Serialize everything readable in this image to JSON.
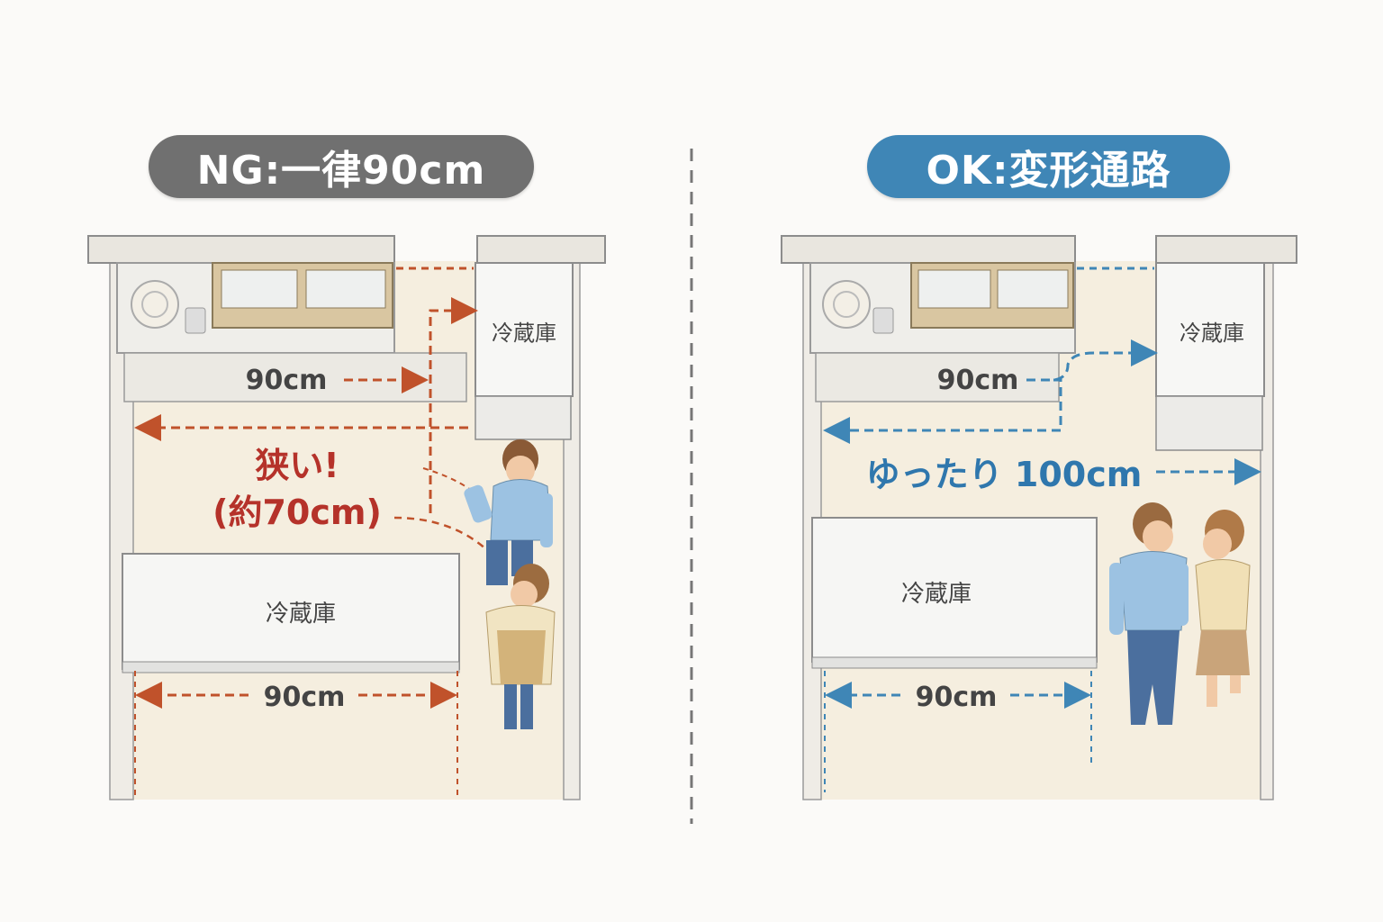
{
  "ng": {
    "title": "NG:一律90cm",
    "fridge_top_label": "冷蔵庫",
    "fridge_bottom_label": "冷蔵庫",
    "width_top_label": "90cm",
    "width_bottom_label": "90cm",
    "warning_line1": "狭い!",
    "warning_line2": "(約70cm)",
    "accent_color": "#c0522b",
    "warning_color": "#b5322a"
  },
  "ok": {
    "title": "OK:変形通路",
    "fridge_top_label": "冷蔵庫",
    "fridge_bottom_label": "冷蔵庫",
    "width_top_label": "90cm",
    "width_bottom_label": "90cm",
    "wide_label": "ゆったり 100cm",
    "accent_color": "#3f86b6"
  },
  "colors": {
    "ng_pill": "#707070",
    "ok_pill": "#3f86b6",
    "floor": "#f6efe2",
    "cabinet": "#e6ddc9"
  }
}
